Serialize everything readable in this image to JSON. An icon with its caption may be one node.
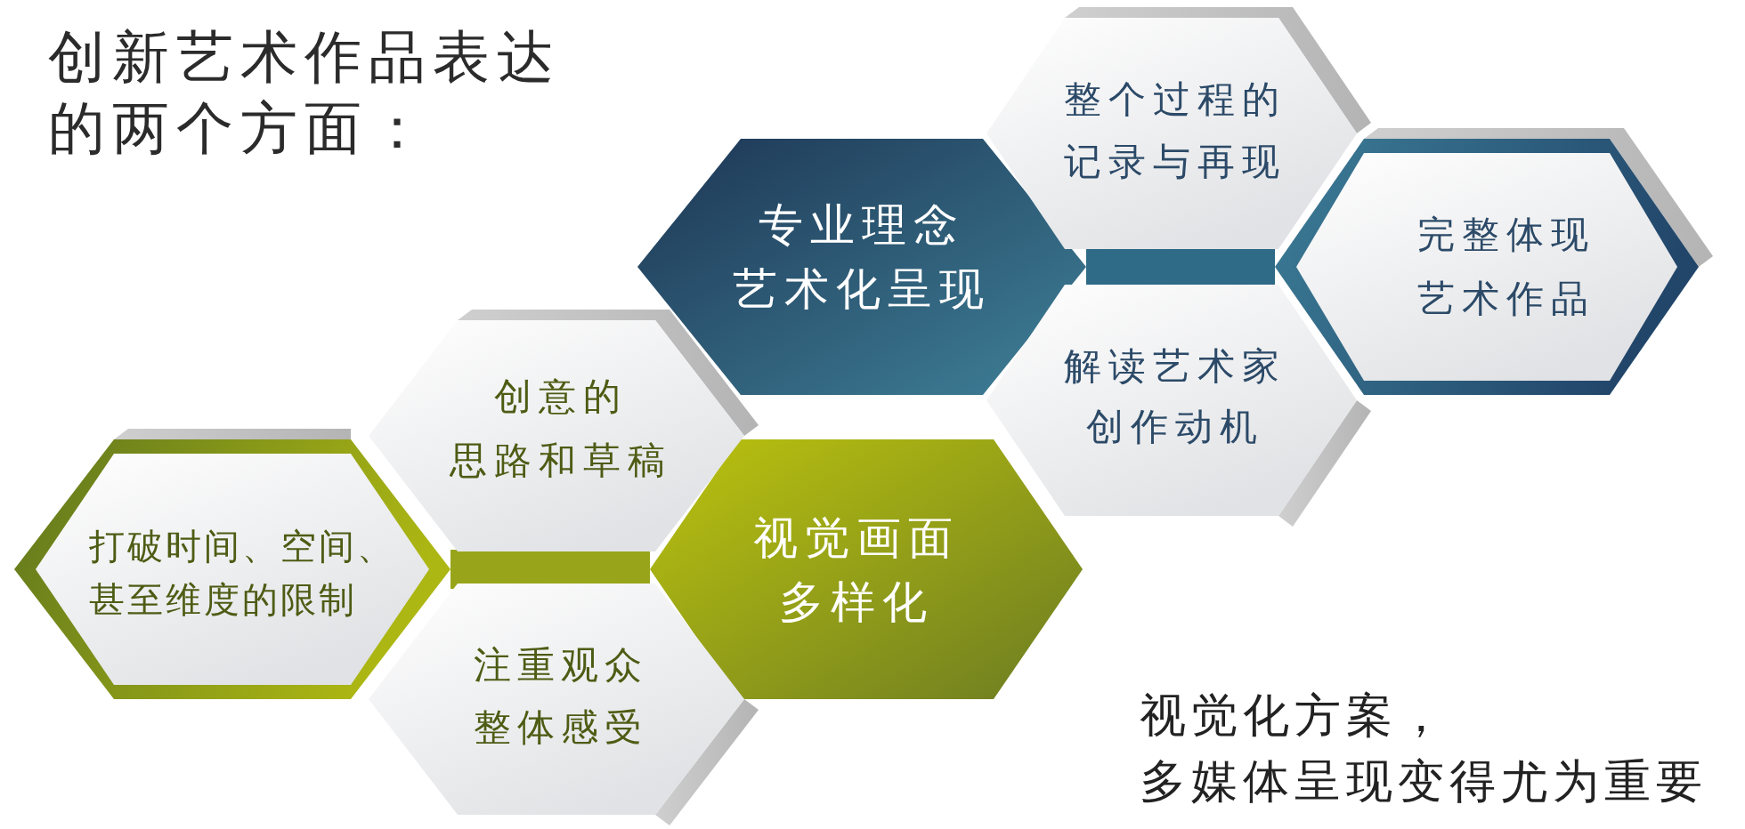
{
  "diagram": {
    "title": "创新艺术作品表达的两个方面：",
    "nodes": [
      {
        "text": [
          "整个过程的记录与再现"
        ]
      },
      {
        "text": [
          "专业理念艺术化呈现"
        ]
      },
      {
        "text": [
          "完整体现艺术作品"
        ]
      },
      {
        "text": [
          "解读艺术家创作动机"
        ]
      },
      {
        "text": [
          "创意的思路和草稿"
        ]
      },
      {
        "text": [
          "打破时间、空间、甚至维度的限制"
        ]
      },
      {
        "text": [
          "视觉画面多样化"
        ]
      },
      {
        "text": [
          "注重观众整体感受"
        ]
      }
    ],
    "edges": [
      {
        "from": 1,
        "to": 2,
        "arrow": "none",
        "color": "#2f6a86"
      },
      {
        "from": 5,
        "to": 6,
        "arrow": "none",
        "color": "#98a51a"
      }
    ],
    "labels": [
      "视觉化方案，多媒体呈现变得尤为重要"
    ]
  }
}
